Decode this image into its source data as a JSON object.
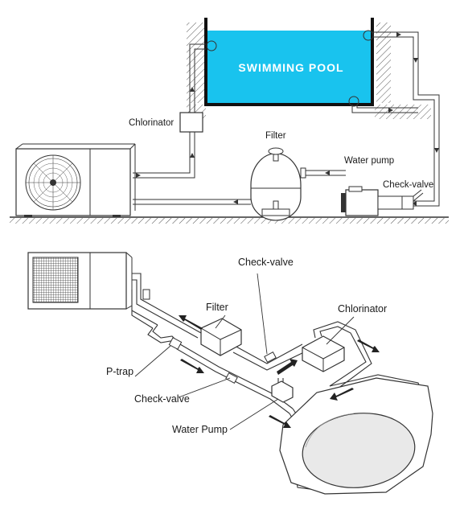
{
  "colors": {
    "pool_water": "#19c3ee",
    "line": "#333333",
    "background": "#ffffff"
  },
  "top_diagram": {
    "pool_label": "SWIMMING POOL",
    "labels": {
      "chlorinator": "Chlorinator",
      "filter": "Filter",
      "water_pump": "Water pump",
      "check_valve": "Check-valve"
    }
  },
  "bottom_diagram": {
    "labels": {
      "check_valve_top": "Check-valve",
      "filter": "Filter",
      "chlorinator": "Chlorinator",
      "p_trap": "P-trap",
      "check_valve_bottom": "Check-valve",
      "water_pump": "Water Pump"
    }
  },
  "icons": [
    "fan-icon",
    "flow-arrow-icon"
  ]
}
